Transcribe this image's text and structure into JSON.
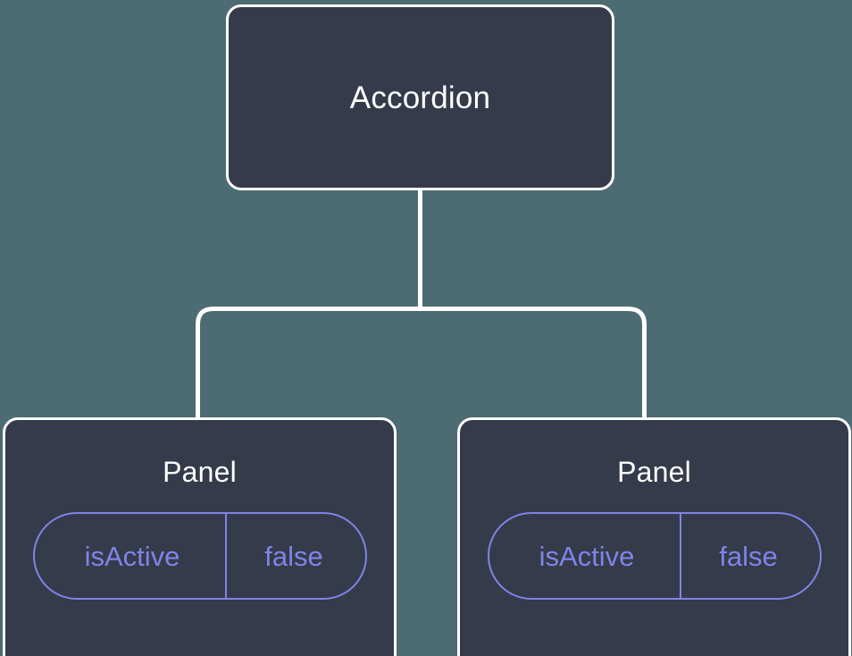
{
  "diagram": {
    "type": "component-tree",
    "background_color": "#4d6b73",
    "node_fill_color": "#353b4a",
    "node_border_color": "#ffffff",
    "connector_color": "#ffffff",
    "accent_color": "#7f84e8",
    "root": {
      "label": "Accordion"
    },
    "children": [
      {
        "label": "Panel",
        "prop": {
          "key": "isActive",
          "value": "false"
        }
      },
      {
        "label": "Panel",
        "prop": {
          "key": "isActive",
          "value": "false"
        }
      }
    ]
  }
}
